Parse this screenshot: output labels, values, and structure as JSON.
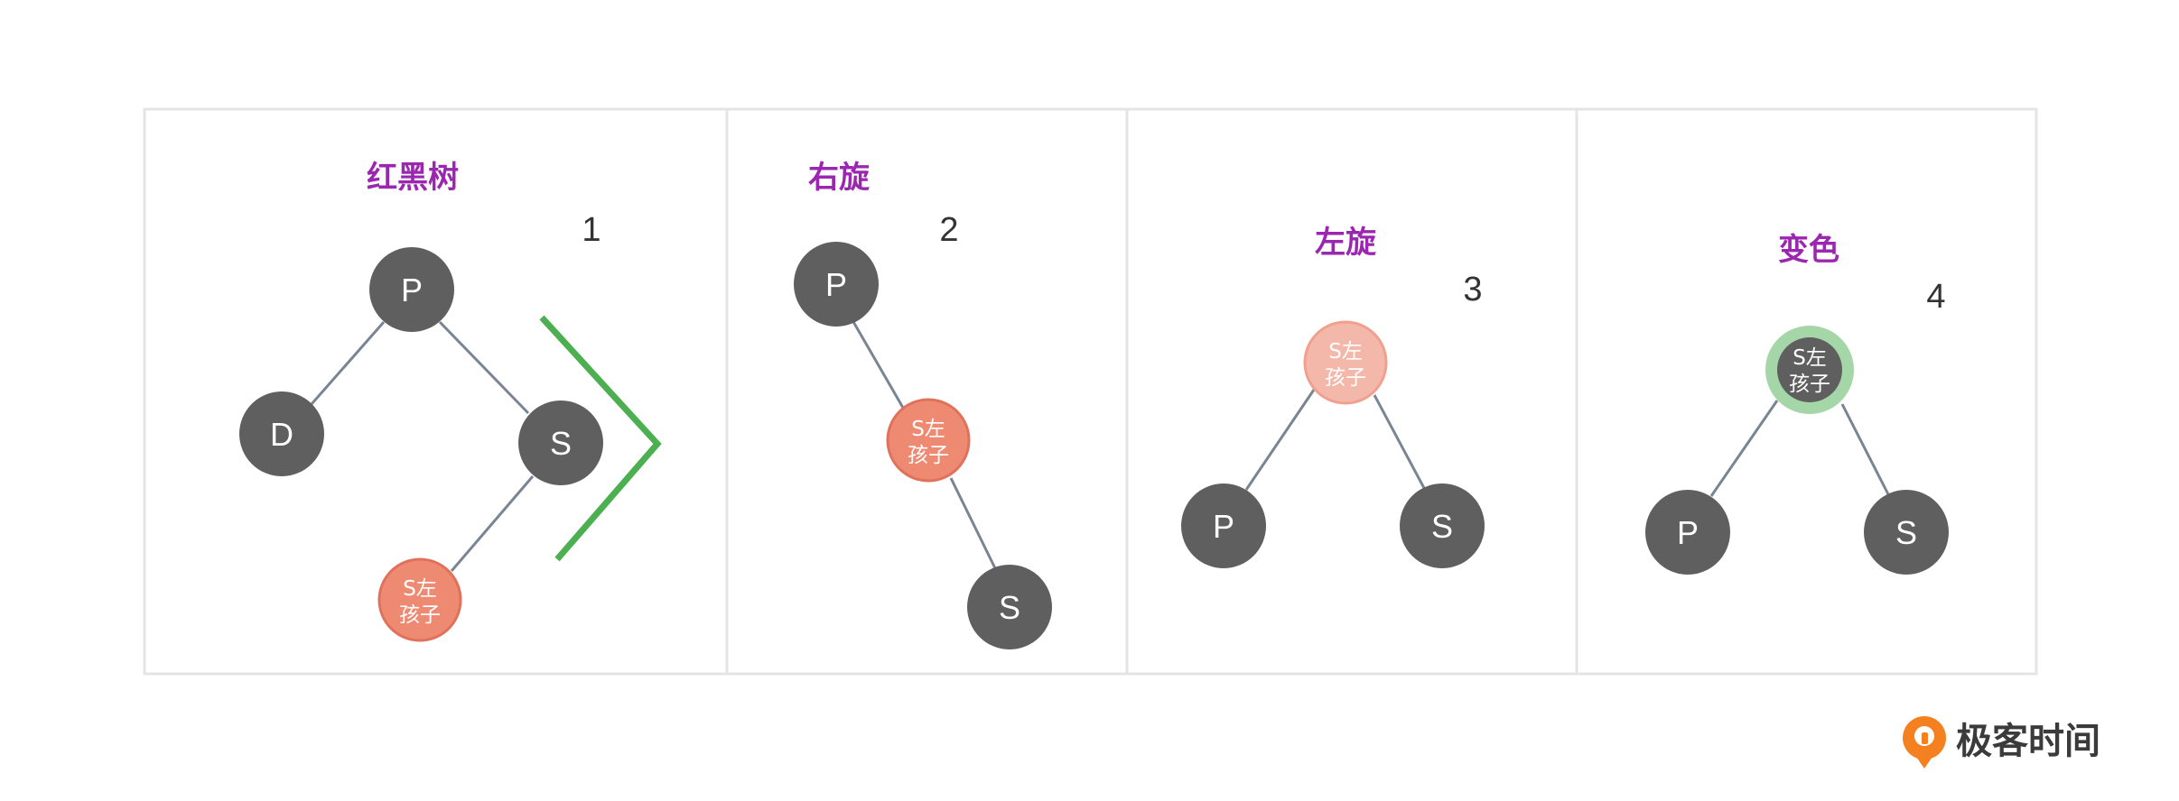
{
  "colors": {
    "title": "#9b27b0",
    "node_black": "#5f5f5f",
    "node_red": "#ef8a72",
    "node_red_stroke": "#e0715b",
    "node_red_light": "#f4b8aa",
    "node_red_light_stroke": "#f0a08e",
    "edge": "#7a8594",
    "border": "#e4e4e4",
    "green_chevron": "#4caf50",
    "green_ring": "#a5d6a7",
    "logo_orange": "#f4801f"
  },
  "panels": [
    {
      "title": "红黑树",
      "step": "1",
      "nodes": {
        "p": "P",
        "d": "D",
        "s": "S",
        "sl": [
          "S左",
          "孩子"
        ]
      }
    },
    {
      "title": "右旋",
      "step": "2",
      "nodes": {
        "p": "P",
        "sl": [
          "S左",
          "孩子"
        ],
        "s": "S"
      }
    },
    {
      "title": "左旋",
      "step": "3",
      "nodes": {
        "sl": [
          "S左",
          "孩子"
        ],
        "p": "P",
        "s": "S"
      }
    },
    {
      "title": "变色",
      "step": "4",
      "nodes": {
        "sl": [
          "S左",
          "孩子"
        ],
        "p": "P",
        "s": "S"
      }
    }
  ],
  "logo": {
    "text": "极客时间",
    "icon": "geektime-logo-icon"
  }
}
